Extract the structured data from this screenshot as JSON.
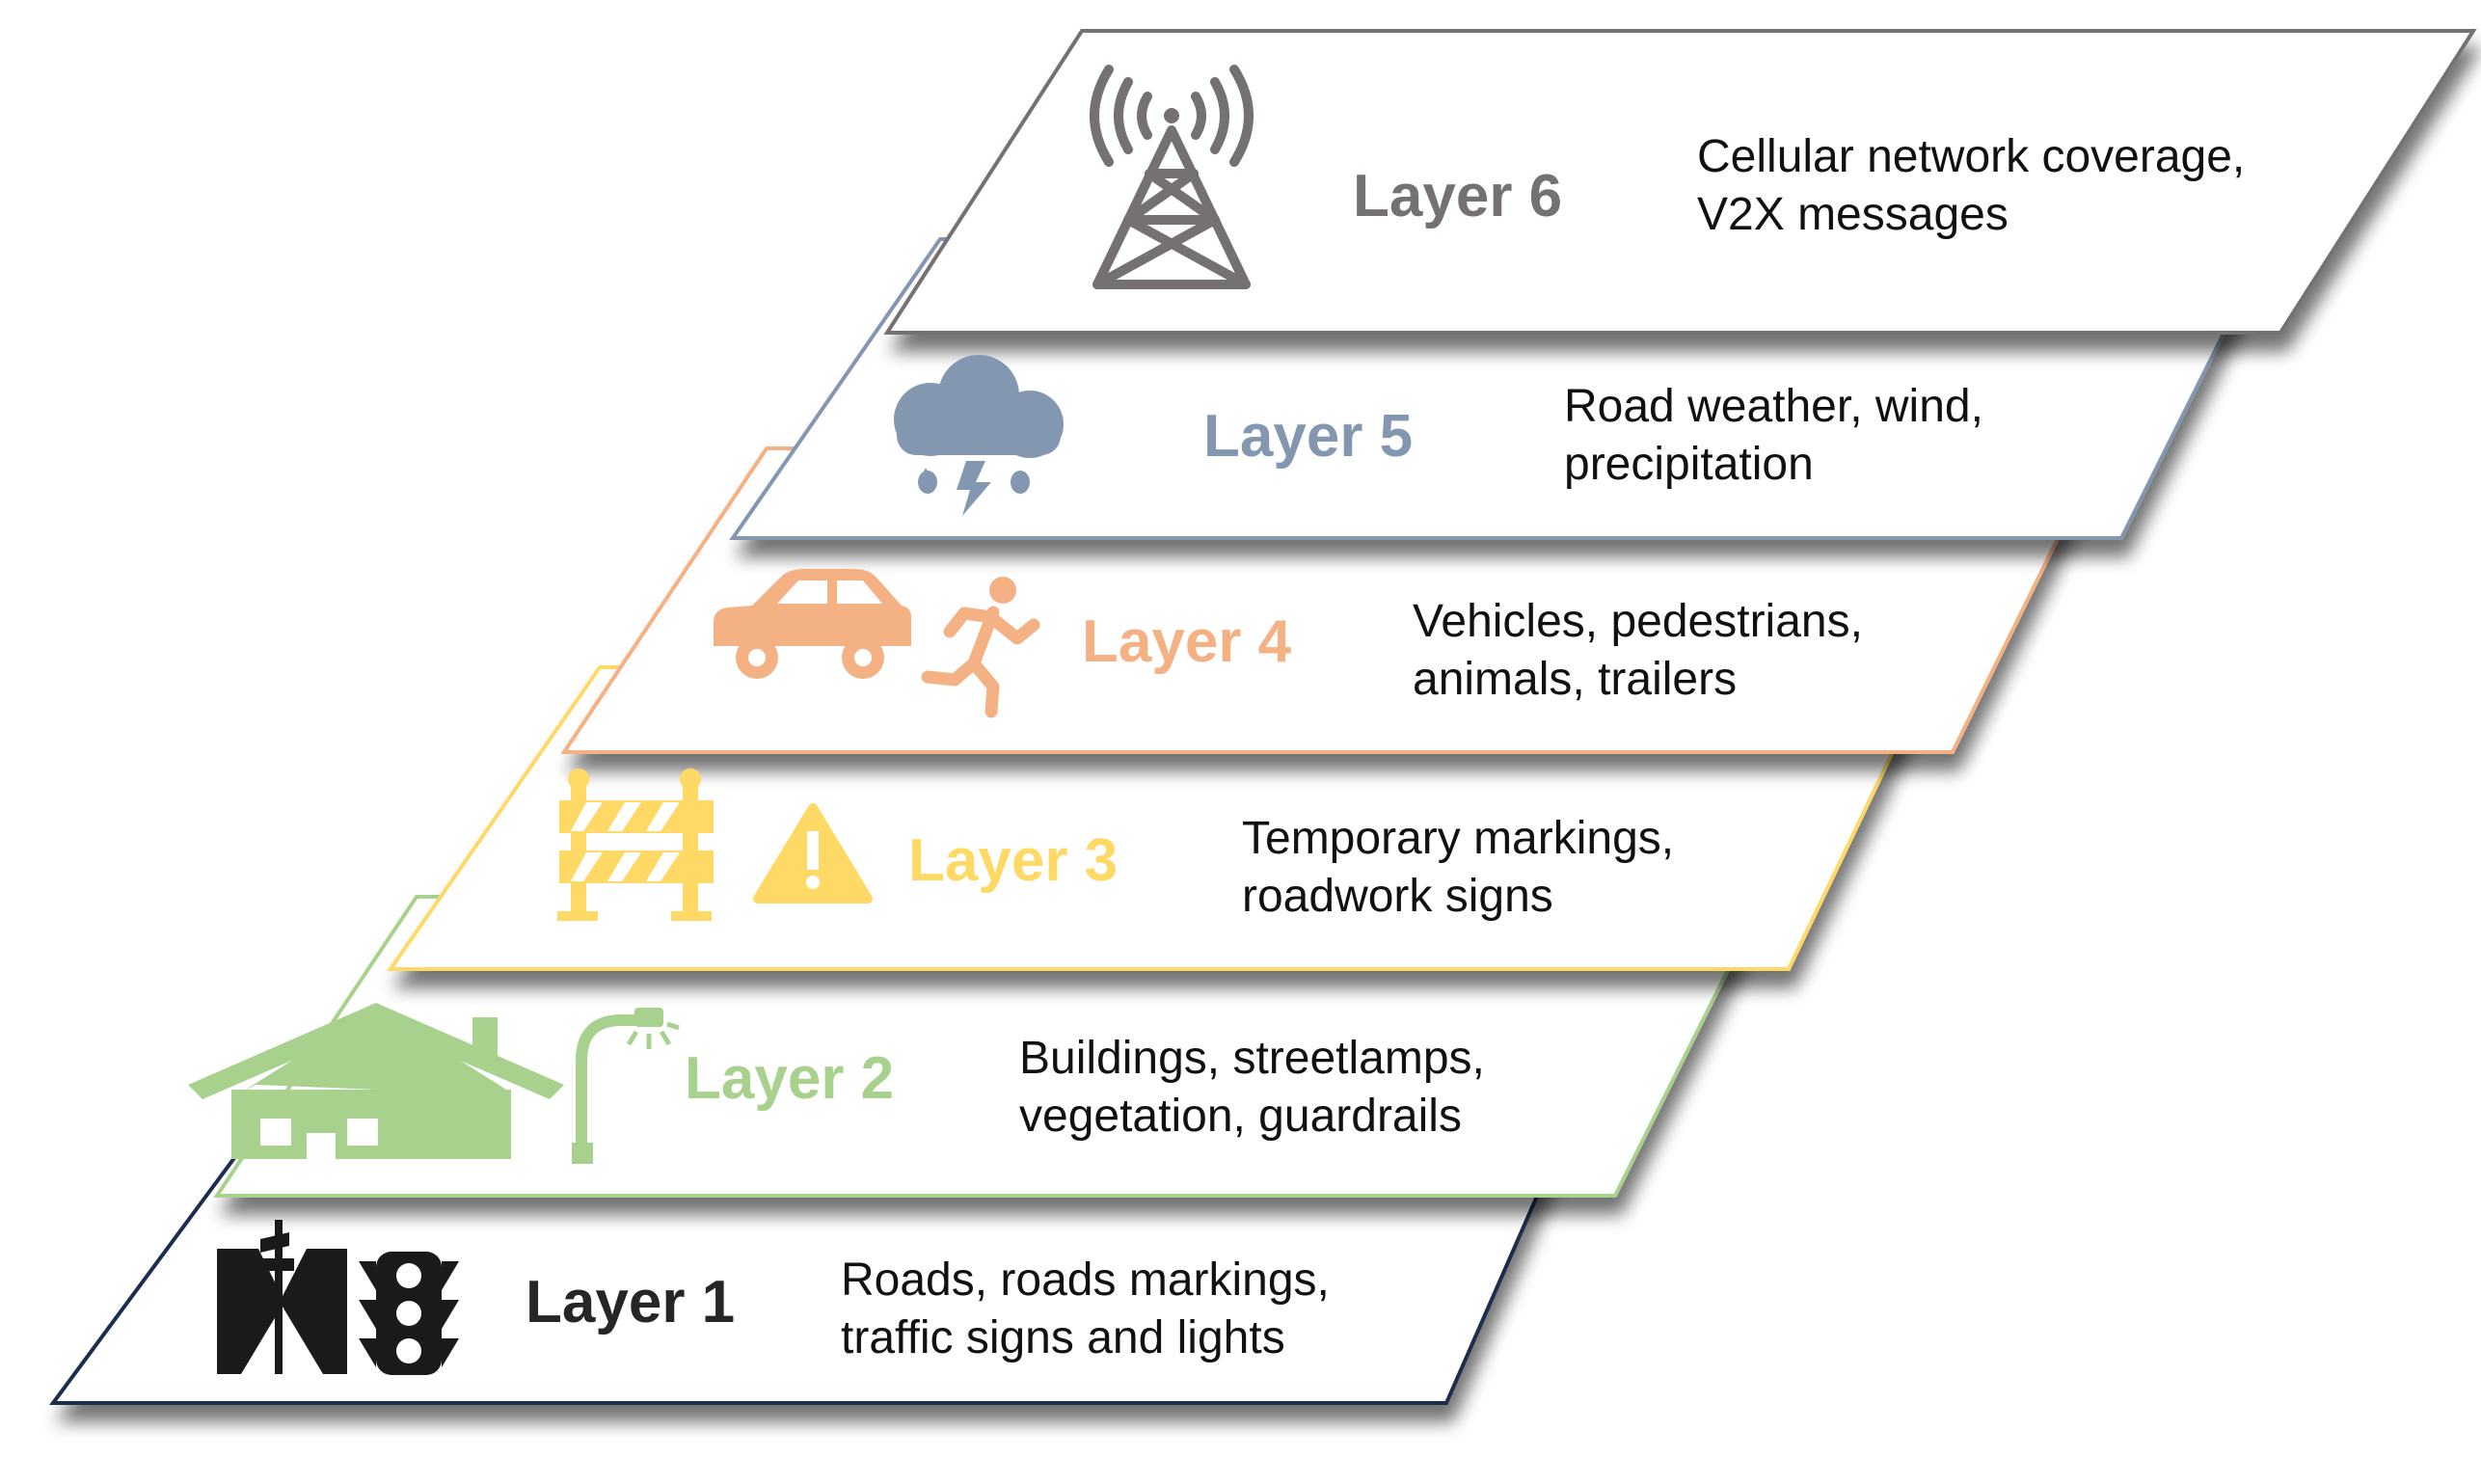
{
  "colors": {
    "layer1": "#1a1a1a",
    "layer1_border": "#1f2d4d",
    "layer2": "#a9d18e",
    "layer3": "#ffd966",
    "layer4": "#f4b183",
    "layer5": "#8497b0",
    "layer6": "#767171",
    "background": "#ffffff"
  },
  "layers": [
    {
      "title": "Layer 1",
      "desc_line1": "Roads, roads markings,",
      "desc_line2": "traffic signs and lights",
      "icons": [
        "road-icon",
        "traffic-light-icon"
      ]
    },
    {
      "title": "Layer 2",
      "desc_line1": "Buildings, streetlamps,",
      "desc_line2": "vegetation, guardrails",
      "icons": [
        "house-icon",
        "streetlamp-icon"
      ]
    },
    {
      "title": "Layer 3",
      "desc_line1": "Temporary markings,",
      "desc_line2": "roadwork signs",
      "icons": [
        "road-barrier-icon",
        "warning-icon"
      ]
    },
    {
      "title": "Layer 4",
      "desc_line1": "Vehicles, pedestrians,",
      "desc_line2": "animals, trailers",
      "icons": [
        "car-icon",
        "running-person-icon"
      ]
    },
    {
      "title": "Layer 5",
      "desc_line1": "Road weather, wind,",
      "desc_line2": "precipitation",
      "icons": [
        "storm-cloud-icon"
      ]
    },
    {
      "title": "Layer 6",
      "desc_line1": "Cellular network coverage,",
      "desc_line2": "V2X messages",
      "icons": [
        "cell-tower-icon"
      ]
    }
  ]
}
